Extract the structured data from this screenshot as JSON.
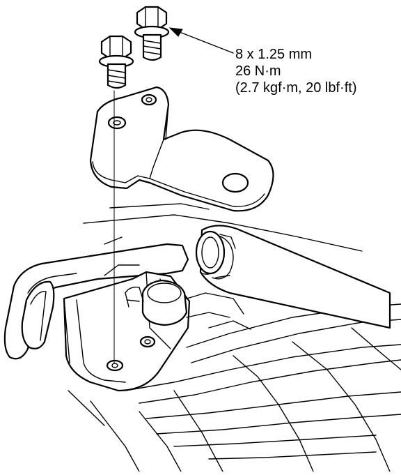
{
  "bolt_spec": {
    "size": "8 x 1.25 mm",
    "torque_nm": "26 N·m",
    "torque_alt": "(2.7 kgf·m, 20 lbf·ft)"
  }
}
